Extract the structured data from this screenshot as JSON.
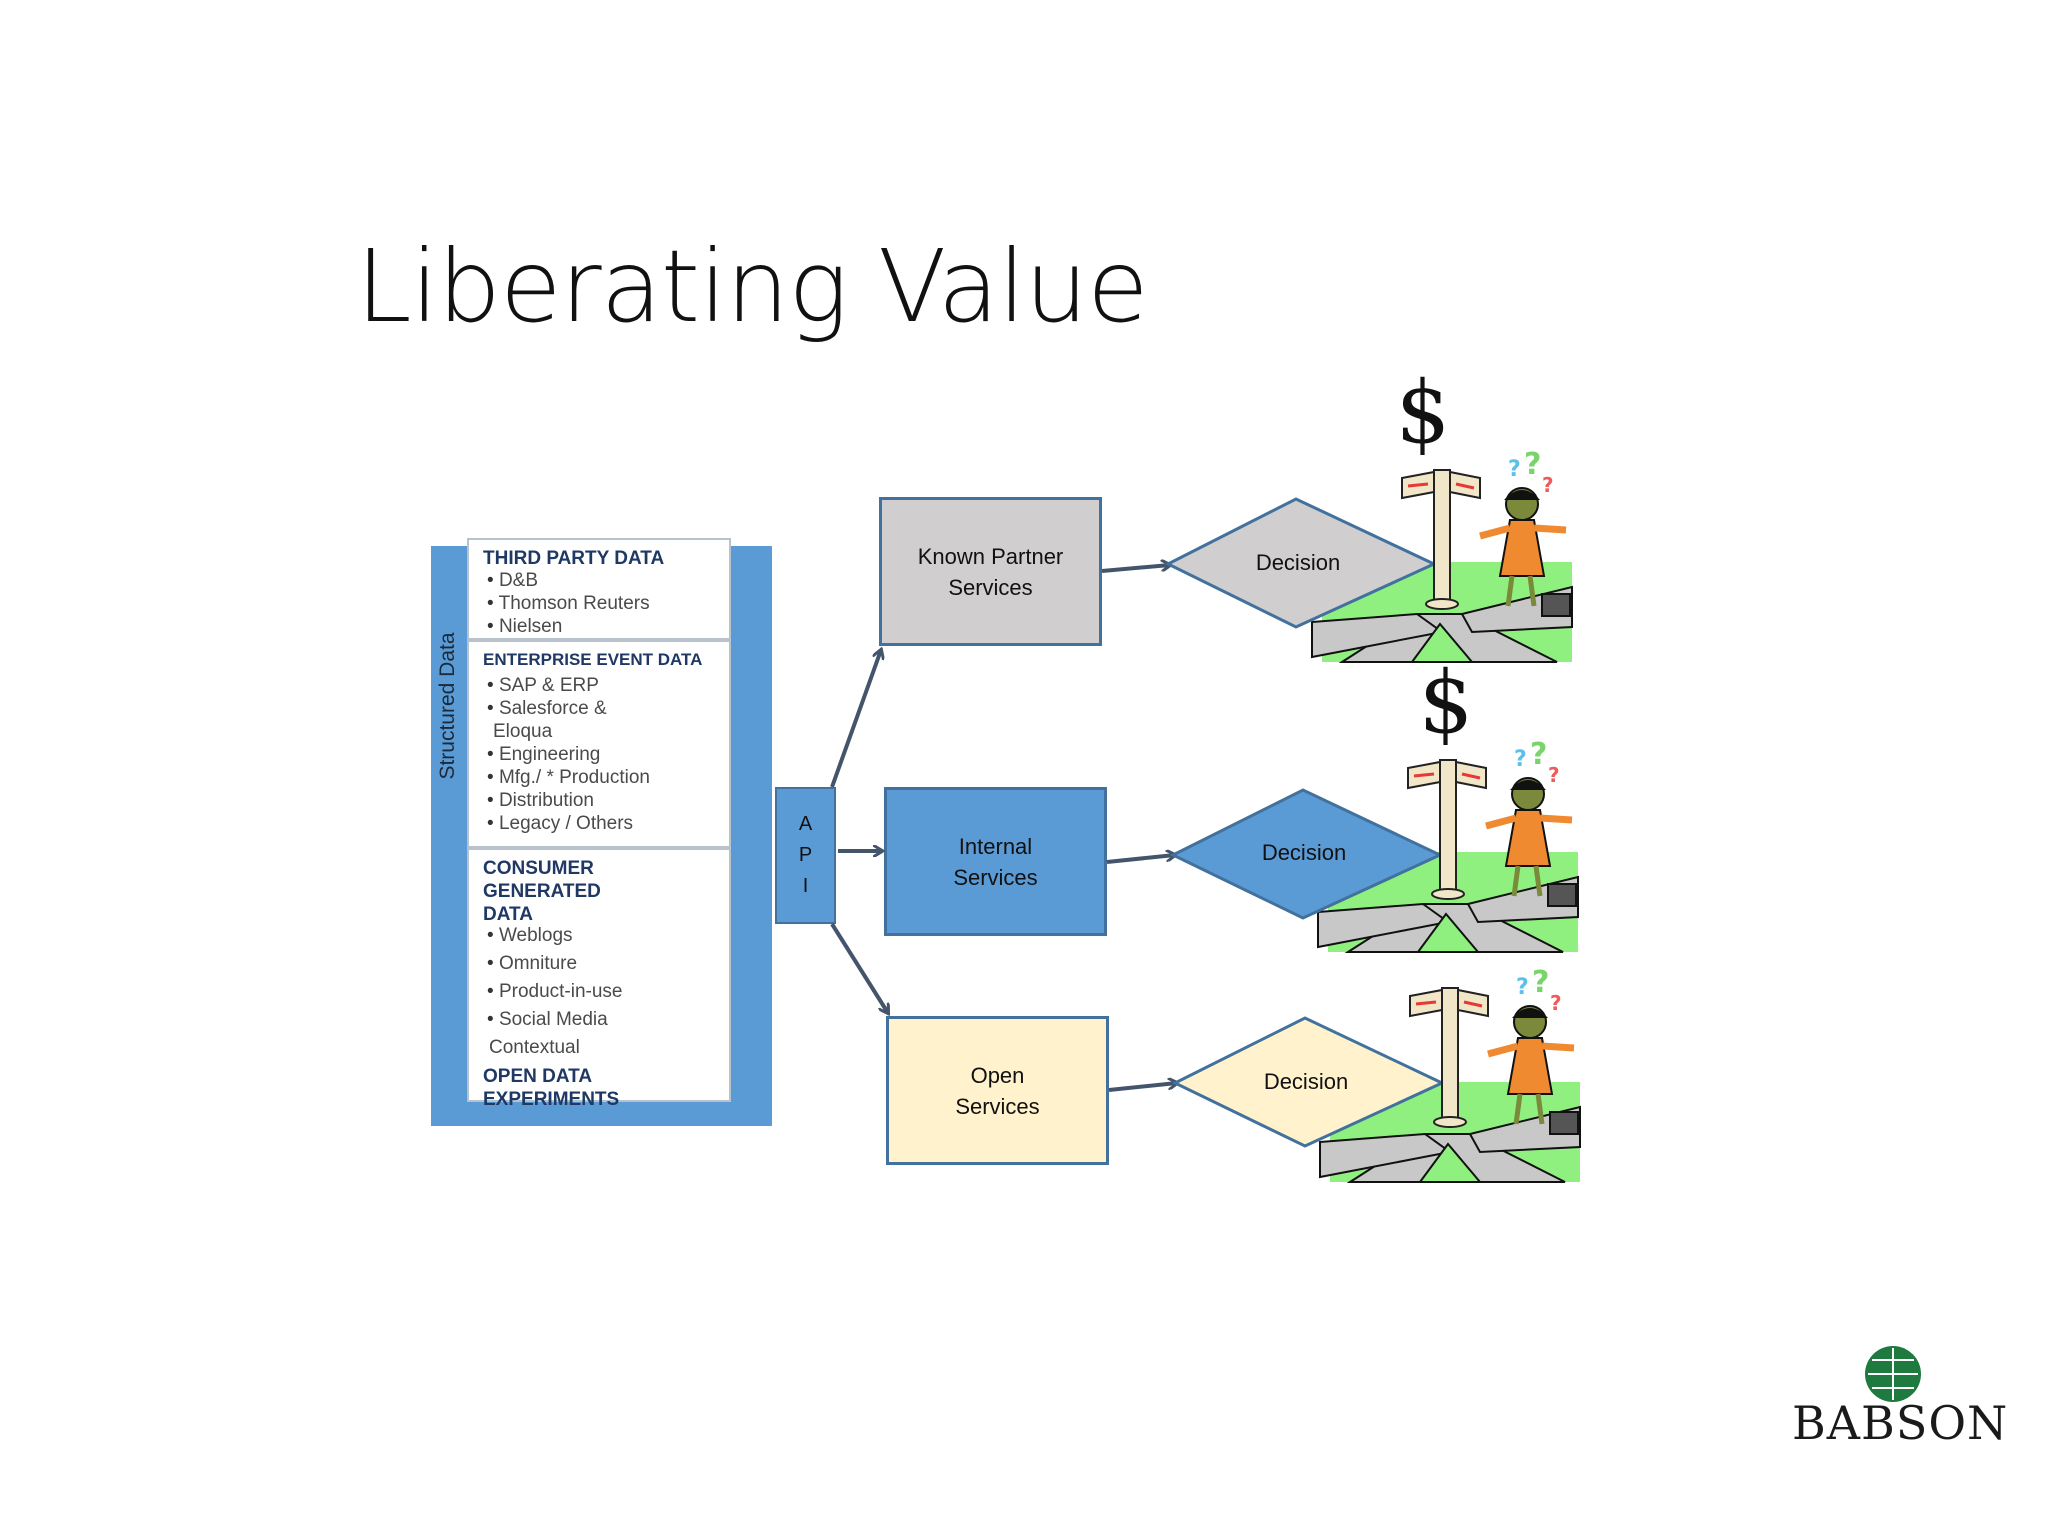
{
  "title": "Liberating Value",
  "structured_label": "Structured Data",
  "panels": {
    "third_party": {
      "heading": "THIRD PARTY DATA",
      "items": [
        "D&B",
        "Thomson Reuters",
        "Nielsen"
      ]
    },
    "enterprise": {
      "heading": "ENTERPRISE EVENT DATA",
      "items": [
        "SAP & ERP",
        "Salesforce &",
        "Eloqua",
        "Engineering",
        "Mfg./ * Production",
        "Distribution",
        "Legacy / Others"
      ]
    },
    "consumer": {
      "heading_line1": "CONSUMER GENERATED",
      "heading_line2": "DATA",
      "items": [
        "Weblogs",
        "Omniture",
        "Product-in-use",
        "Social Media"
      ],
      "extra": "Contextual",
      "open_line1": "OPEN DATA",
      "open_line2": "EXPERIMENTS"
    }
  },
  "api": [
    "A",
    "P",
    "I"
  ],
  "services": {
    "partner": "Known Partner\nServices",
    "internal": "Internal\nServices",
    "open": "Open\nServices"
  },
  "decisions": [
    "Decision",
    "Decision",
    "Decision"
  ],
  "illustration": {
    "dollar": "$",
    "question_marks": [
      "?",
      "?",
      "?"
    ]
  },
  "logo": "BABSON",
  "colors": {
    "blue": "#5b9bd5",
    "border_blue": "#41719c",
    "gray": "#d0cece",
    "cream": "#fff2cc",
    "arrow": "#44546a",
    "heading_navy": "#1f3864"
  }
}
